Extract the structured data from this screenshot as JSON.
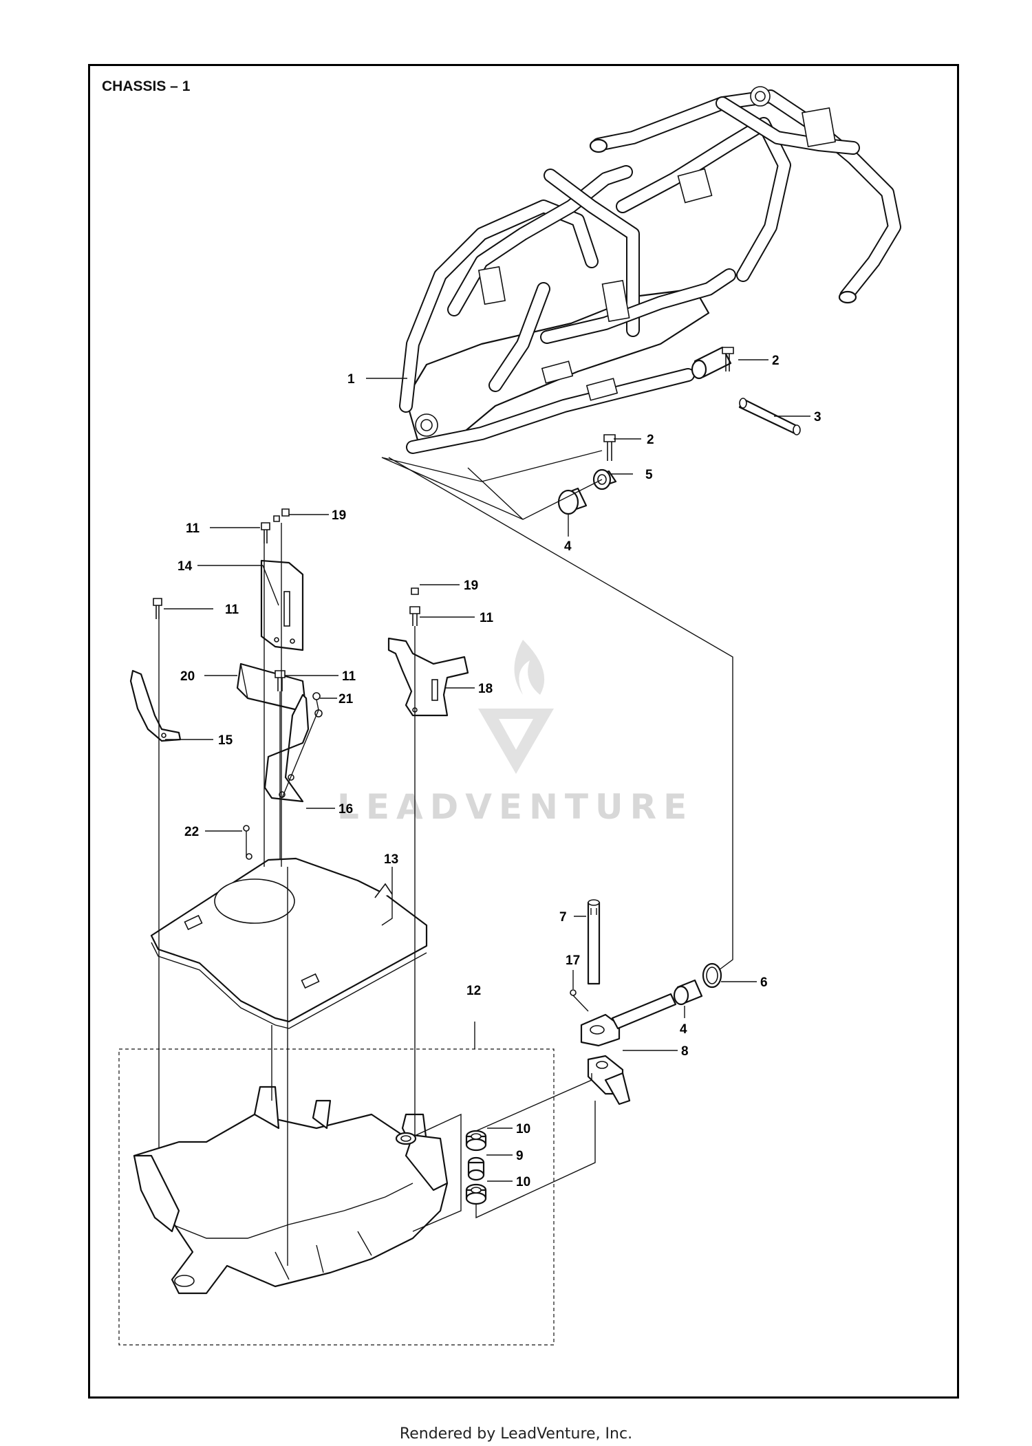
{
  "title": "CHASSIS – 1",
  "watermark": "LEADVENTURE",
  "footer": "Rendered by LeadVenture, Inc.",
  "callouts": [
    {
      "id": "c1",
      "label": "1"
    },
    {
      "id": "c2a",
      "label": "2"
    },
    {
      "id": "c3",
      "label": "3"
    },
    {
      "id": "c2b",
      "label": "2"
    },
    {
      "id": "c5",
      "label": "5"
    },
    {
      "id": "c4a",
      "label": "4"
    },
    {
      "id": "c19a",
      "label": "19"
    },
    {
      "id": "c11a",
      "label": "11"
    },
    {
      "id": "c14",
      "label": "14"
    },
    {
      "id": "c11b",
      "label": "11"
    },
    {
      "id": "c19b",
      "label": "19"
    },
    {
      "id": "c11c",
      "label": "11"
    },
    {
      "id": "c11d",
      "label": "11"
    },
    {
      "id": "c18",
      "label": "18"
    },
    {
      "id": "c20",
      "label": "20"
    },
    {
      "id": "c21",
      "label": "21"
    },
    {
      "id": "c15",
      "label": "15"
    },
    {
      "id": "c16",
      "label": "16"
    },
    {
      "id": "c22",
      "label": "22"
    },
    {
      "id": "c13",
      "label": "13"
    },
    {
      "id": "c7",
      "label": "7"
    },
    {
      "id": "c17",
      "label": "17"
    },
    {
      "id": "c6",
      "label": "6"
    },
    {
      "id": "c12",
      "label": "12"
    },
    {
      "id": "c4b",
      "label": "4"
    },
    {
      "id": "c8",
      "label": "8"
    },
    {
      "id": "c10a",
      "label": "10"
    },
    {
      "id": "c9",
      "label": "9"
    },
    {
      "id": "c10b",
      "label": "10"
    }
  ]
}
